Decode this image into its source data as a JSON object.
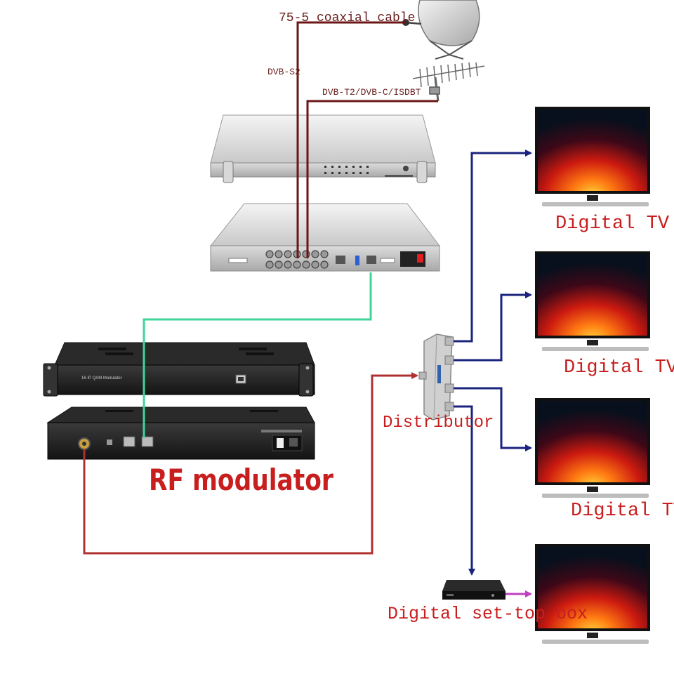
{
  "labels": {
    "coax_cable": "75-5 coaxial cable",
    "dvb_s2": "DVB-S2",
    "dvb_t2": "DVB-T2/DVB-C/ISDBT",
    "rf_modulator": "RF modulator",
    "distributor": "Distributor",
    "tv_1": "Digital TV",
    "tv_2": "Digital TV",
    "tv_3": "Digital TV",
    "set_top_box": "Digital set-top box"
  },
  "devices": {
    "modulator_panel_text": "16 IP QAM Modulator"
  },
  "colors": {
    "rf_cable": "#b03030",
    "ip_cable": "#3ed69a",
    "tv_feed": "#1a237e",
    "stb_to_tv": "#c040c0",
    "label": "#c81e1e",
    "label_dark": "#6b2020"
  }
}
